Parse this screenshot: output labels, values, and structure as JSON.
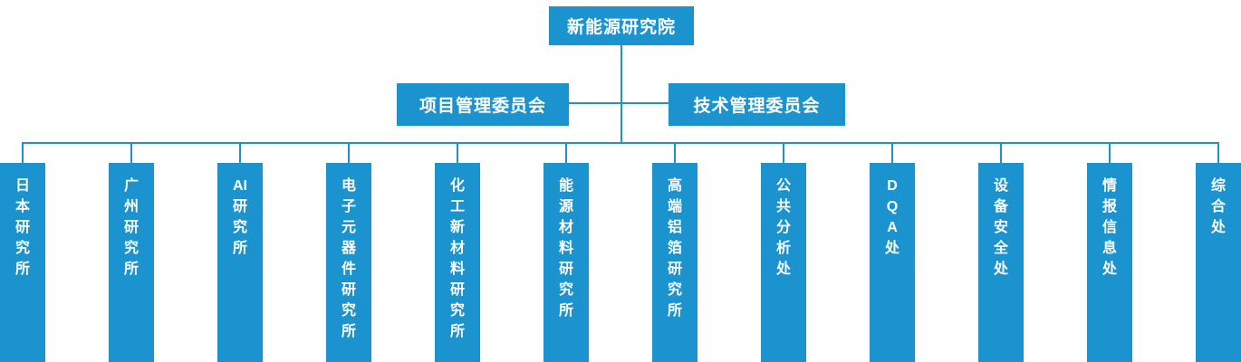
{
  "org_chart": {
    "type": "organization-chart",
    "root": {
      "name": "新能源研究院"
    },
    "committees": [
      {
        "name": "项目管理委员会"
      },
      {
        "name": "技术管理委员会"
      }
    ],
    "departments": [
      {
        "name": "日本研究所"
      },
      {
        "name": "广州研究所"
      },
      {
        "name": "AI研究所"
      },
      {
        "name": "电子元器件研究所"
      },
      {
        "name": "化工新材料研究所"
      },
      {
        "name": "能源材料研究所"
      },
      {
        "name": "高端铝箔研究所"
      },
      {
        "name": "公共分析处"
      },
      {
        "name": "DQA处"
      },
      {
        "name": "设备安全处"
      },
      {
        "name": "情报信息处"
      },
      {
        "name": "综合处"
      }
    ],
    "colors": {
      "node_fill": "#1b93ce",
      "connector": "#1b93ce",
      "text": "#ffffff",
      "background": "#ffffff"
    }
  }
}
